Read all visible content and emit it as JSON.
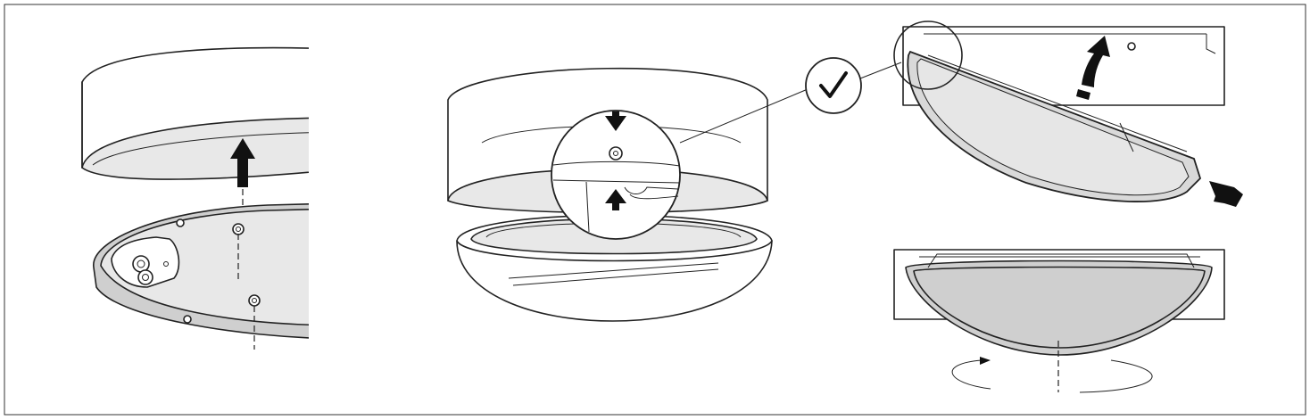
{
  "figure": {
    "panels": [
      {
        "name": "panel-remove-cover",
        "description_visible_text": ""
      },
      {
        "name": "panel-align-marks",
        "description_visible_text": ""
      },
      {
        "name": "panel-clip-diffuser",
        "description_visible_text": ""
      }
    ],
    "checkmark_glyph": "✓",
    "colors": {
      "line": "#222222",
      "fill_light": "#e8e8e8",
      "fill_mid": "#cfcfcf",
      "arrow": "#111111",
      "background": "#ffffff"
    }
  }
}
